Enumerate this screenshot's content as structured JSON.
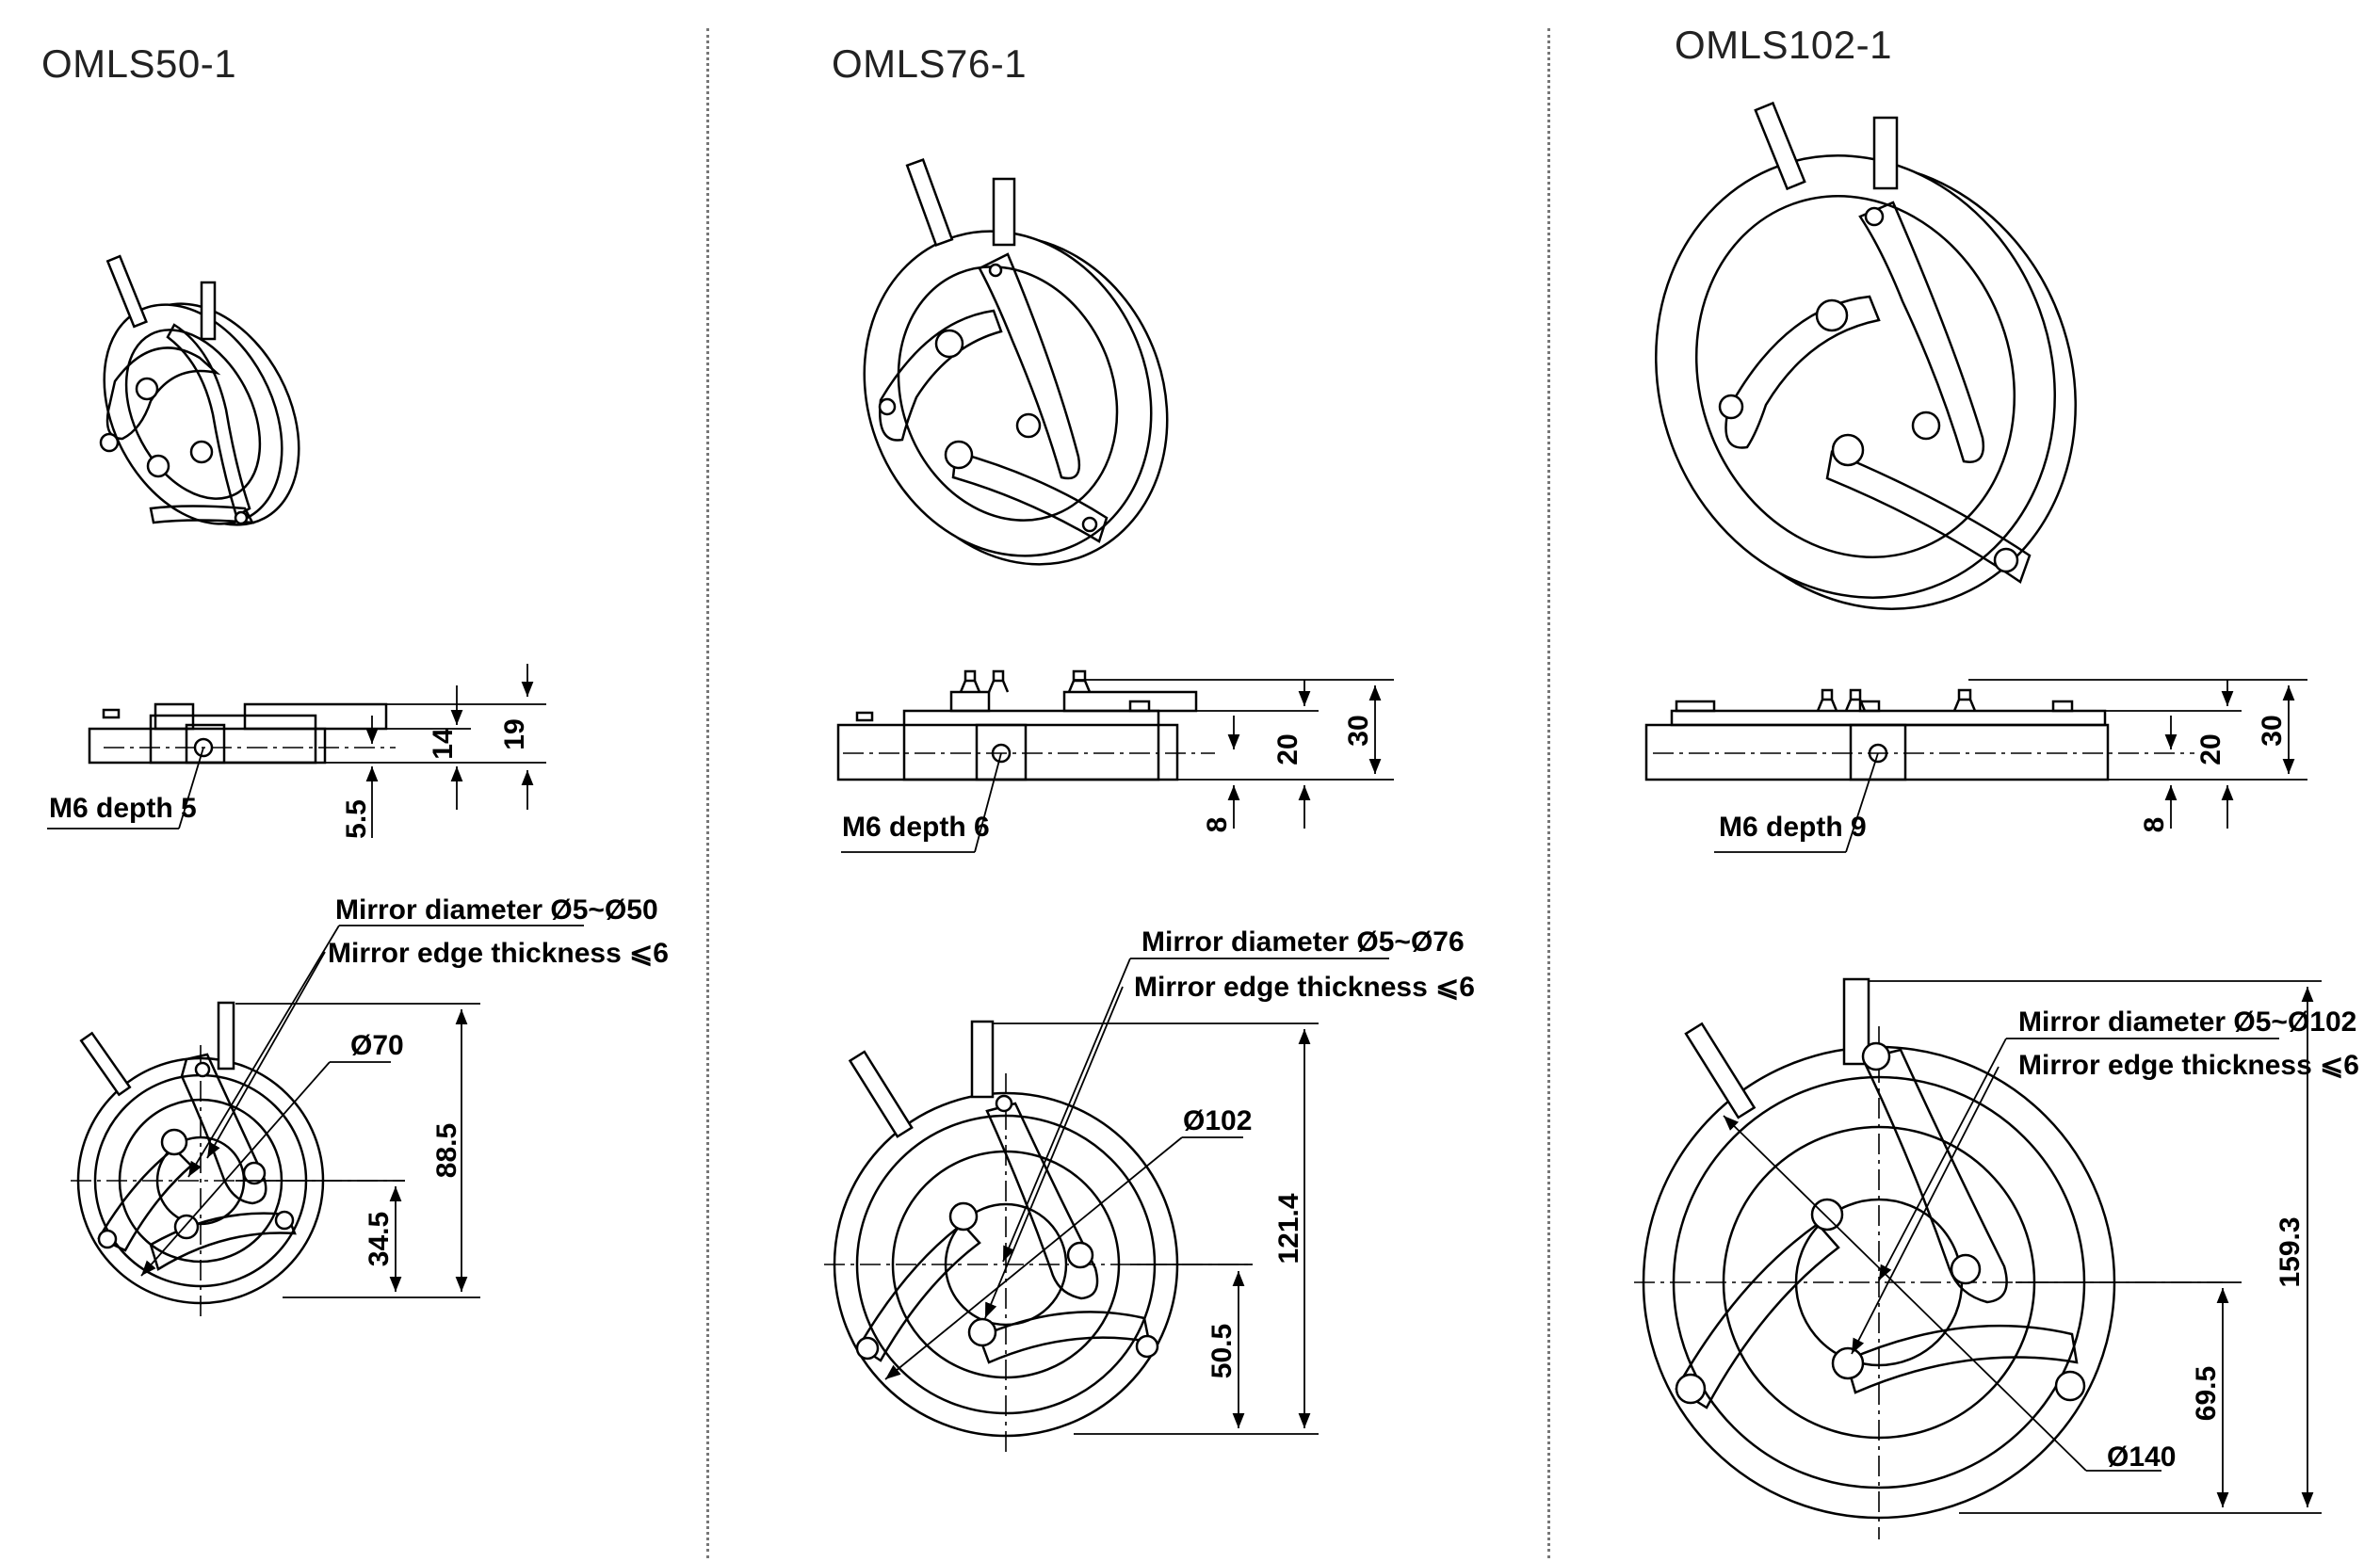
{
  "products": [
    {
      "model": "OMLS50-1",
      "thread_label": "M6 depth 5",
      "mirror_diameter": "Mirror diameter Ø5~Ø50",
      "mirror_edge": "Mirror edge thickness ⩽6",
      "outer_diameter": "Ø70",
      "dims": {
        "total_height": "19",
        "body_height": "14",
        "hole_height": "5.5",
        "overall_height": "88.5",
        "center_height": "34.5"
      }
    },
    {
      "model": "OMLS76-1",
      "thread_label": "M6 depth 6",
      "mirror_diameter": "Mirror diameter Ø5~Ø76",
      "mirror_edge": "Mirror edge thickness ⩽6",
      "outer_diameter": "Ø102",
      "dims": {
        "total_height": "30",
        "body_height": "20",
        "hole_height": "8",
        "overall_height": "121.4",
        "center_height": "50.5"
      }
    },
    {
      "model": "OMLS102-1",
      "thread_label": "M6 depth 9",
      "mirror_diameter": "Mirror diameter Ø5~Ø102",
      "mirror_edge": "Mirror edge thickness ⩽6",
      "outer_diameter": "Ø140",
      "dims": {
        "total_height": "30",
        "body_height": "20",
        "hole_height": "8",
        "overall_height": "159.3",
        "center_height": "69.5"
      }
    }
  ]
}
